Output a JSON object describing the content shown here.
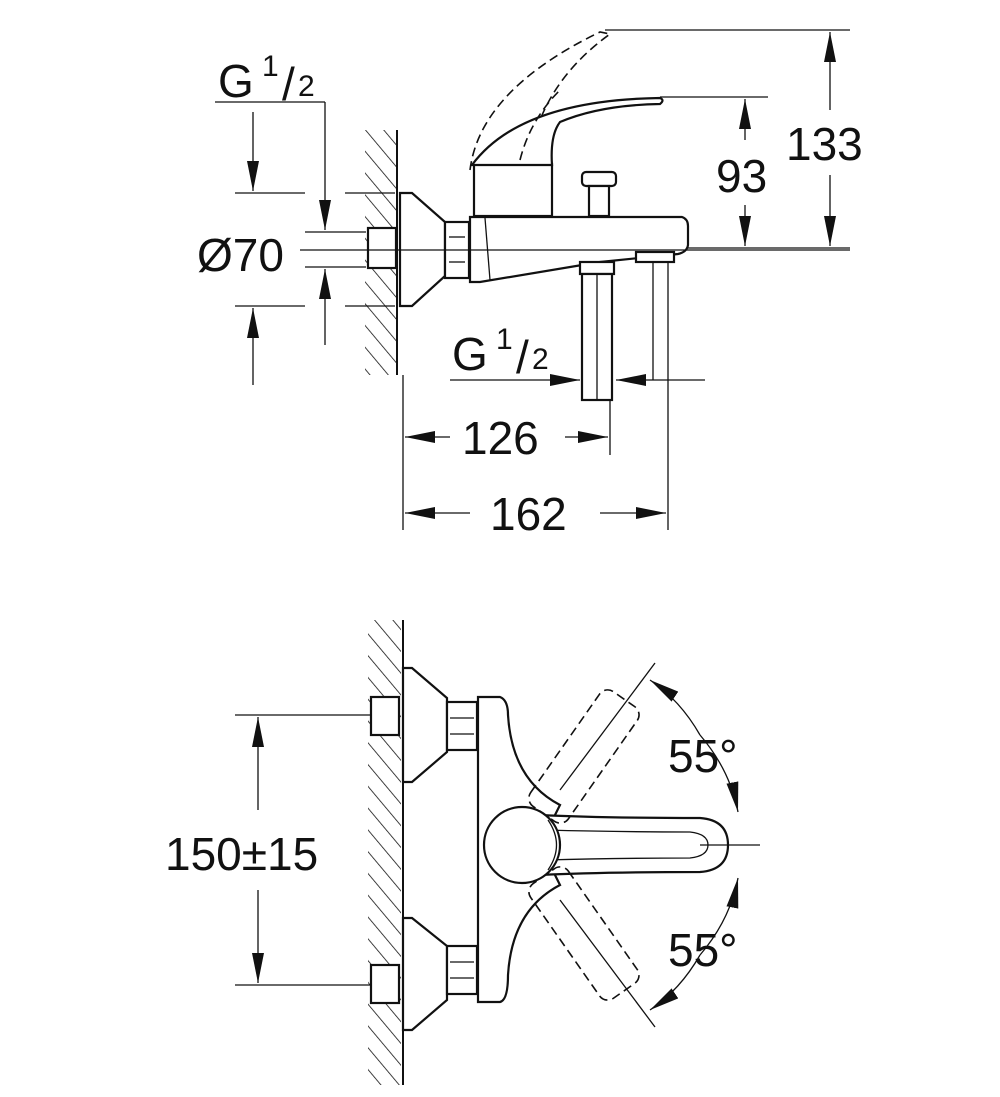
{
  "side_view": {
    "thread_top": {
      "letter": "G",
      "num": "1",
      "den": "2"
    },
    "diameter": "Ø70",
    "height_lever": "93",
    "height_total": "133",
    "thread_spout": {
      "letter": "G",
      "num": "1",
      "den": "2"
    },
    "depth_spout": "126",
    "depth_total": "162"
  },
  "top_view": {
    "centers": "150±15",
    "angle_up": "55°",
    "angle_down": "55°"
  }
}
